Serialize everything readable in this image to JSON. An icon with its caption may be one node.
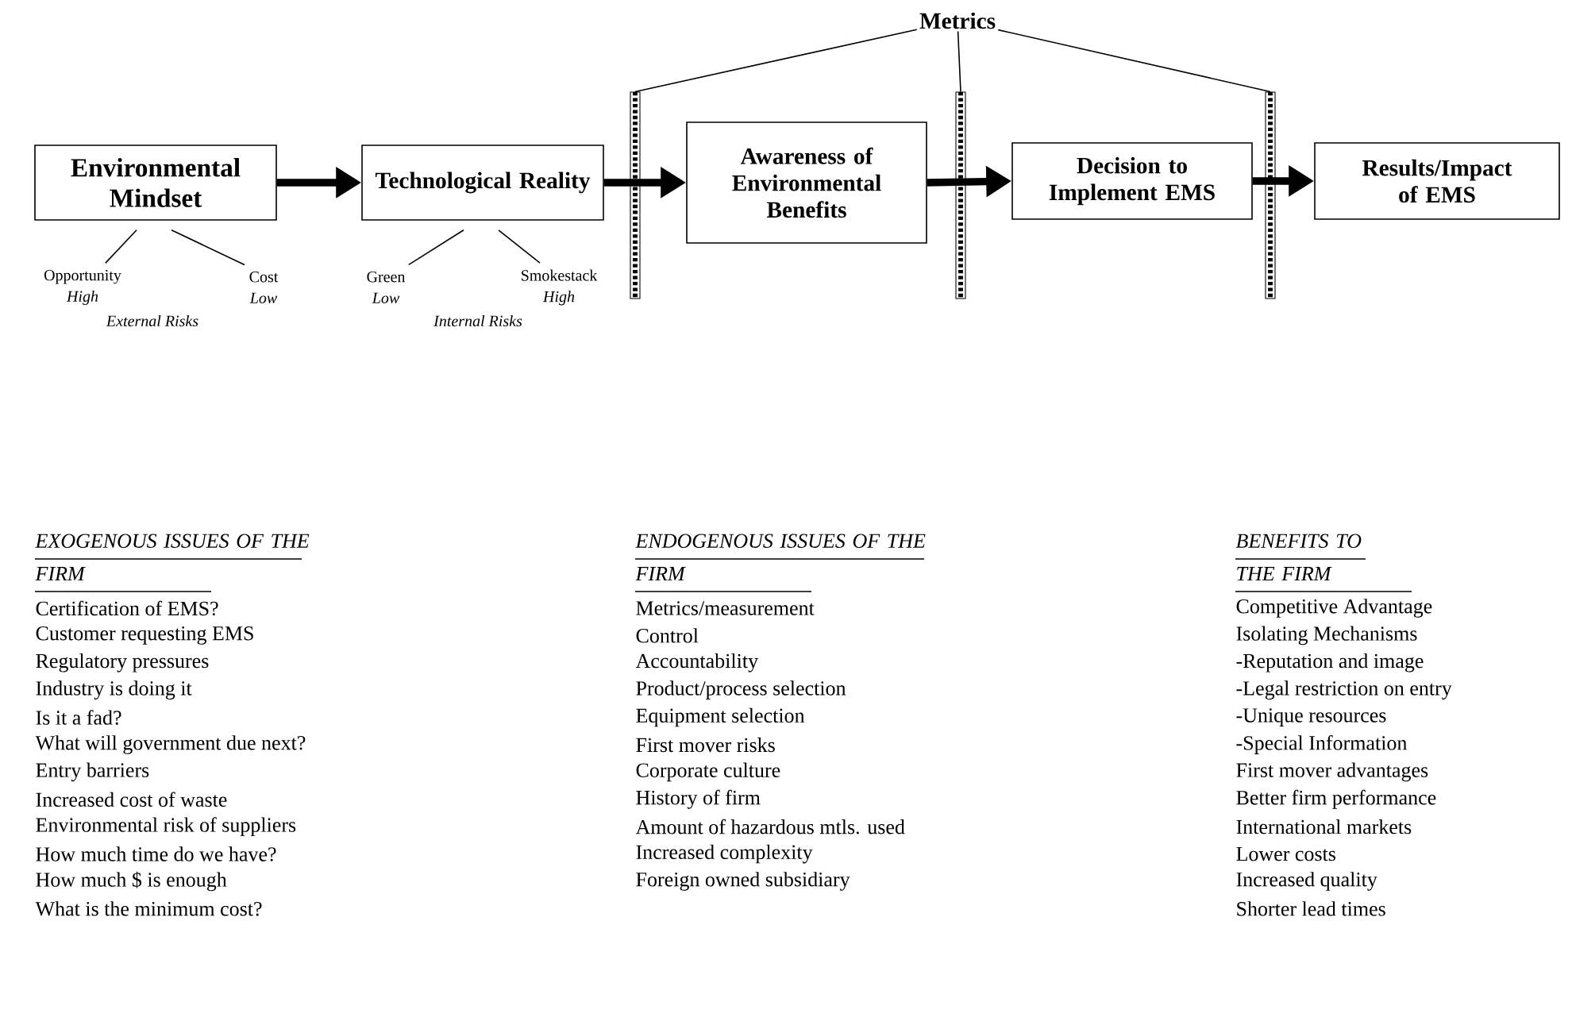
{
  "diagram": {
    "nodes": [
      {
        "text": [
          "Environmental Mindset"
        ]
      },
      {
        "text": [
          "Technological Reality"
        ]
      },
      {
        "text": [
          "Awareness of Environmental Benefits"
        ]
      },
      {
        "text": [
          "Decision to Implement EMS"
        ]
      },
      {
        "text": [
          "Results/Impact of EMS"
        ]
      },
      {
        "text": [
          "Metrics"
        ]
      },
      {
        "text": [],
        "shape": "bar"
      },
      {
        "text": [],
        "shape": "bar"
      },
      {
        "text": [],
        "shape": "bar"
      },
      {
        "text": [
          "Opportunity",
          "High"
        ]
      },
      {
        "text": [
          "Cost",
          "Low"
        ]
      },
      {
        "text": [
          "Green",
          "Low"
        ]
      },
      {
        "text": [
          "Smokestack",
          "High"
        ]
      }
    ],
    "edges": [
      {
        "from": 0,
        "to": 1,
        "arrow": "to",
        "style": "thick"
      },
      {
        "from": 1,
        "to": 2,
        "arrow": "to",
        "style": "thick"
      },
      {
        "from": 2,
        "to": 3,
        "arrow": "to",
        "style": "thick"
      },
      {
        "from": 3,
        "to": 4,
        "arrow": "to",
        "style": "thick"
      },
      {
        "from": 5,
        "to": 6,
        "arrow": "none"
      },
      {
        "from": 5,
        "to": 7,
        "arrow": "none"
      },
      {
        "from": 5,
        "to": 8,
        "arrow": "none"
      },
      {
        "from": 0,
        "to": 9,
        "arrow": "none"
      },
      {
        "from": 0,
        "to": 10,
        "arrow": "none"
      },
      {
        "from": 1,
        "to": 11,
        "arrow": "none"
      },
      {
        "from": 1,
        "to": 12,
        "arrow": "none"
      }
    ],
    "labels": [
      "External Risks",
      "Internal Risks",
      "EXOGENOUS ISSUES OF THE FIRM",
      "Certification of EMS?",
      "Customer requesting EMS",
      "Regulatory pressures",
      "Industry is doing it",
      "Is it a fad?",
      "What will government due next?",
      "Entry barriers",
      "Increased cost of waste",
      "Environmental risk of suppliers",
      "How much time do we have?",
      "How much $ is enough",
      "What is the minimum cost?",
      "ENDOGENOUS ISSUES OF THE FIRM",
      "Metrics/measurement",
      "Control",
      "Accountability",
      "Product/process selection",
      "Equipment selection",
      "First mover risks",
      "Corporate culture",
      "History of firm",
      "Amount of hazardous mtls. used",
      "Increased complexity",
      "Foreign owned subsidiary",
      "BENEFITS TO THE FIRM",
      "Competitive Advantage",
      "Isolating Mechanisms",
      "-Reputation and image",
      "-Legal restriction on entry",
      "-Unique resources",
      "-Special Information",
      "First mover advantages",
      "Better firm performance",
      "International markets",
      "Lower costs",
      "Increased quality",
      "Shorter lead times"
    ]
  }
}
